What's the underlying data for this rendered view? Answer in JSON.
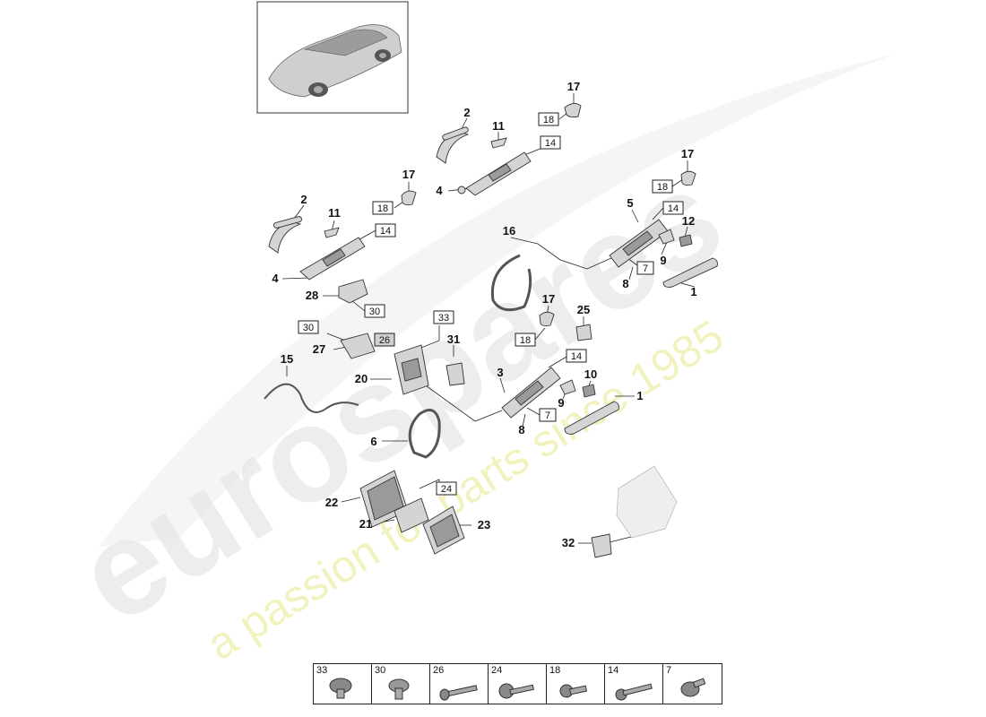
{
  "watermark": {
    "brand": "eurospares",
    "tagline": "a passion for parts since 1985",
    "brand_color": "#d8d8d8",
    "tagline_color": "#e9e9a0"
  },
  "thumbnail": {
    "icon": "car-thumbnail-icon"
  },
  "callouts": [
    "2",
    "11",
    "17",
    "14",
    "18",
    "4",
    "2",
    "11",
    "17",
    "18",
    "14",
    "4",
    "28",
    "30",
    "16",
    "5",
    "14",
    "17",
    "18",
    "12",
    "7",
    "9",
    "8",
    "1",
    "17",
    "18",
    "25",
    "33",
    "30",
    "26",
    "31",
    "27",
    "15",
    "20",
    "3",
    "14",
    "10",
    "9",
    "1",
    "7",
    "8",
    "6",
    "24",
    "22",
    "21",
    "23",
    "32"
  ],
  "legend": [
    {
      "number": "33",
      "icon": "torx-flange-bolt-icon"
    },
    {
      "number": "30",
      "icon": "hex-flange-bolt-icon"
    },
    {
      "number": "26",
      "icon": "long-bolt-icon"
    },
    {
      "number": "24",
      "icon": "washer-bolt-icon"
    },
    {
      "number": "18",
      "icon": "short-bolt-icon"
    },
    {
      "number": "14",
      "icon": "long-screw-icon"
    },
    {
      "number": "7",
      "icon": "flange-screw-icon"
    }
  ],
  "colors": {
    "line": "#222222",
    "part_fill": "#d4d4d4",
    "part_dark": "#9a9a9a"
  }
}
